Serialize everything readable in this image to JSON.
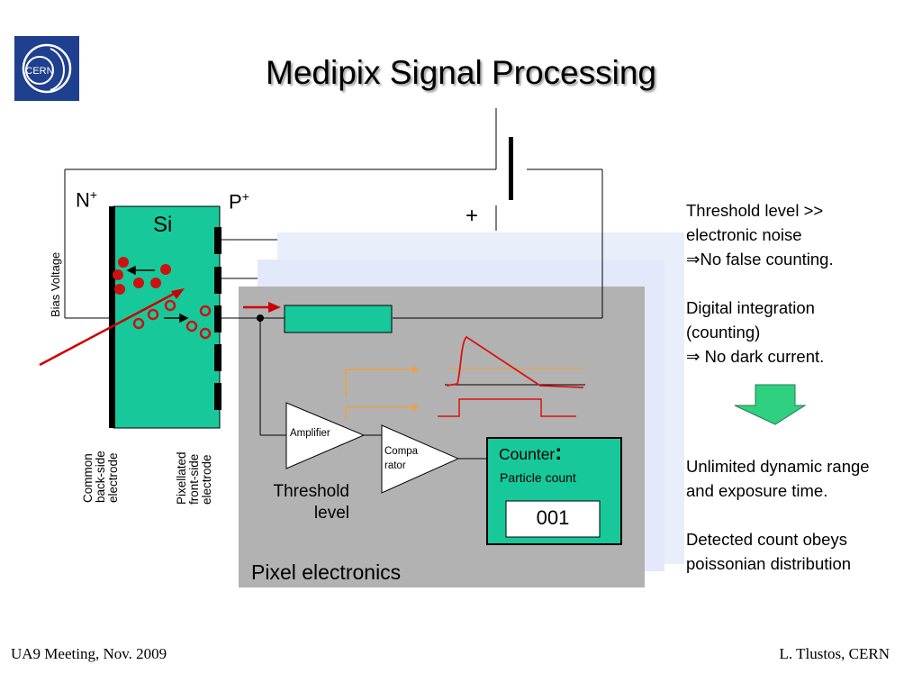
{
  "slide": {
    "title": "Medipix Signal Processing",
    "logo_text": "CERN"
  },
  "diagram": {
    "n_plus": "N",
    "p_plus": "P",
    "plus_superscript": "+",
    "plus_terminal": "+",
    "si_label": "Si",
    "bias_voltage": "Bias Voltage",
    "back_electrode": [
      "Common",
      "back-side",
      "electrode"
    ],
    "front_electrode": [
      "Pixellated",
      "front-side",
      "electrode"
    ],
    "amplifier": "Amplifier",
    "comparator": [
      "Compa",
      "rator"
    ],
    "threshold": [
      "Threshold",
      "level"
    ],
    "counter_title": "Counter",
    "counter_colon": ":",
    "particle_count": "Particle count",
    "count_value": "001",
    "pixel_electronics": "Pixel electronics"
  },
  "notes": {
    "n1": [
      "Threshold level >>",
      "electronic noise",
      "⇒No false counting."
    ],
    "n2": [
      "Digital integration",
      "(counting)",
      "⇒ No dark current."
    ],
    "n3": [
      "Unlimited dynamic range",
      "and exposure time."
    ],
    "n4": [
      "Detected count obeys",
      "poissonian distribution"
    ]
  },
  "footer": {
    "left": "UA9 Meeting, Nov. 2009",
    "right": "L. Tlustos, CERN"
  },
  "colors": {
    "accent_green": "#17c99a",
    "panel_gray": "#b2b2b2",
    "back_panel": "#e9eefb",
    "arrow_red": "#cc0000",
    "trace_orange": "#f0a040",
    "logo_blue": "#1f3f8f"
  }
}
